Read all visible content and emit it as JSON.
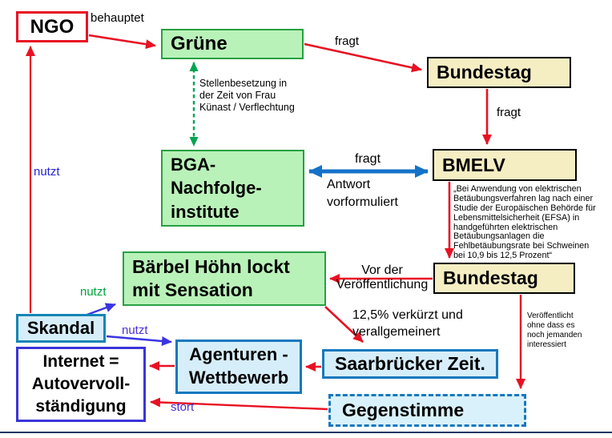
{
  "slide": {
    "nodes": {
      "ngo": {
        "label": "NGO"
      },
      "gruene": {
        "label": "Grüne"
      },
      "bundestag1": {
        "label": "Bundestag"
      },
      "bga": {
        "label": "BGA-\nNachfolge-\ninstitute"
      },
      "bmelv": {
        "label": "BMELV"
      },
      "baerbel": {
        "label": "Bärbel Höhn lockt\nmit Sensation"
      },
      "bundestag2": {
        "label": "Bundestag"
      },
      "skandal": {
        "label": "Skandal"
      },
      "internet": {
        "label": "Internet =\nAutovervoll-\nständigung"
      },
      "agenturen": {
        "label": "Agenturen -\nWettbewerb"
      },
      "saarbruecker": {
        "label": "Saarbrücker Zeit."
      },
      "gegenstimme": {
        "label": "Gegenstimme"
      }
    },
    "labels": {
      "behauptet": "behauptet",
      "fragt1": "fragt",
      "fragt2": "fragt",
      "fragt3": "fragt",
      "stellenbesetzung": "Stellenbesetzung in\nder Zeit von Frau\nKünast / Verflechtung",
      "antwort": "Antwort\nvorformuliert",
      "zitat": "„Bei Anwendung von elektrischen\nBetäubungsverfahren lag nach einer\nStudie der Europäischen Behörde für\nLebensmittelsicherheit (EFSA) in\nhandgeführten elektrischen\nBetäubungsanlagen die\nFehlbetäubungsrate bei Schweinen\nbei 10,9 bis 12,5 Prozent“",
      "vor_der": "Vor der\nVeröffentlichung",
      "verkuerzt": "12,5% verkürzt und\nverallgemeinert",
      "veroeffentlicht": "Veröffentlicht\nohne dass es\nnoch jemanden\ninteressiert",
      "nutzt_ngo": "nutzt",
      "nutzt_baerbel": "nutzt",
      "nutzt_agenturen": "nutzt",
      "stort": "stort"
    },
    "colors": {
      "arrow_red": "#e81123",
      "arrow_blue": "#1472c8",
      "arrow_dashed_green": "#00a550",
      "arrow_violet": "#3a35e0",
      "label_blue": "#2323dd",
      "label_green": "#00a33c",
      "label_violet": "#4a30d8",
      "node_green_fill": "#b9f2b9",
      "node_green_border": "#28a043",
      "node_tan_fill": "#f6eec3",
      "node_lightblue_fill": "#d6eefa",
      "node_blue_border": "#1878be",
      "node_indigo_border": "#3a35d8",
      "ngo_border": "#e81123",
      "divider": "#1f3864"
    }
  }
}
